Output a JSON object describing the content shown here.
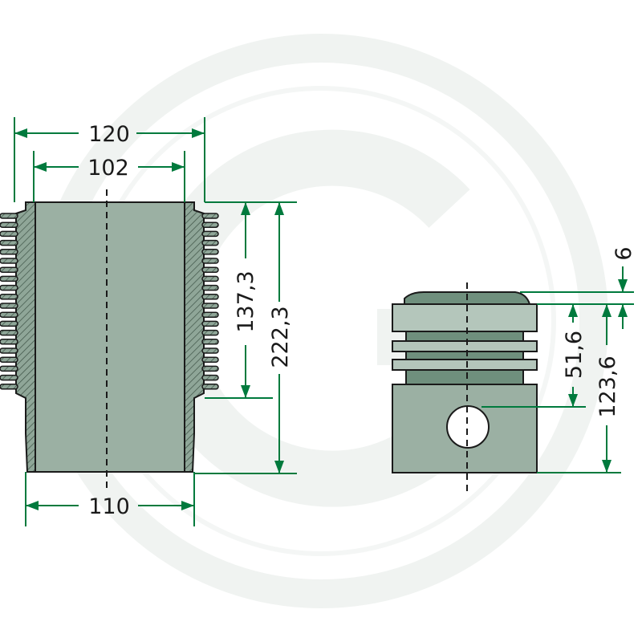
{
  "colors": {
    "dimension_green": "#007a3d",
    "part_fill": "#9bb0a3",
    "part_fill_dark": "#6f8f7d",
    "part_fill_light": "#b4c6bb",
    "outline": "#1a1a1a",
    "watermark": "#f0f3f1"
  },
  "watermark": {
    "letter": "G"
  },
  "liner": {
    "outer_collar_diameter": "120",
    "inner_bore_diameter": "102",
    "bottom_diameter": "110",
    "fin_section_height": "137,3",
    "total_height": "222,3"
  },
  "piston": {
    "crown_step": "6",
    "ring_zone_height": "51,6",
    "total_height": "123,6"
  }
}
